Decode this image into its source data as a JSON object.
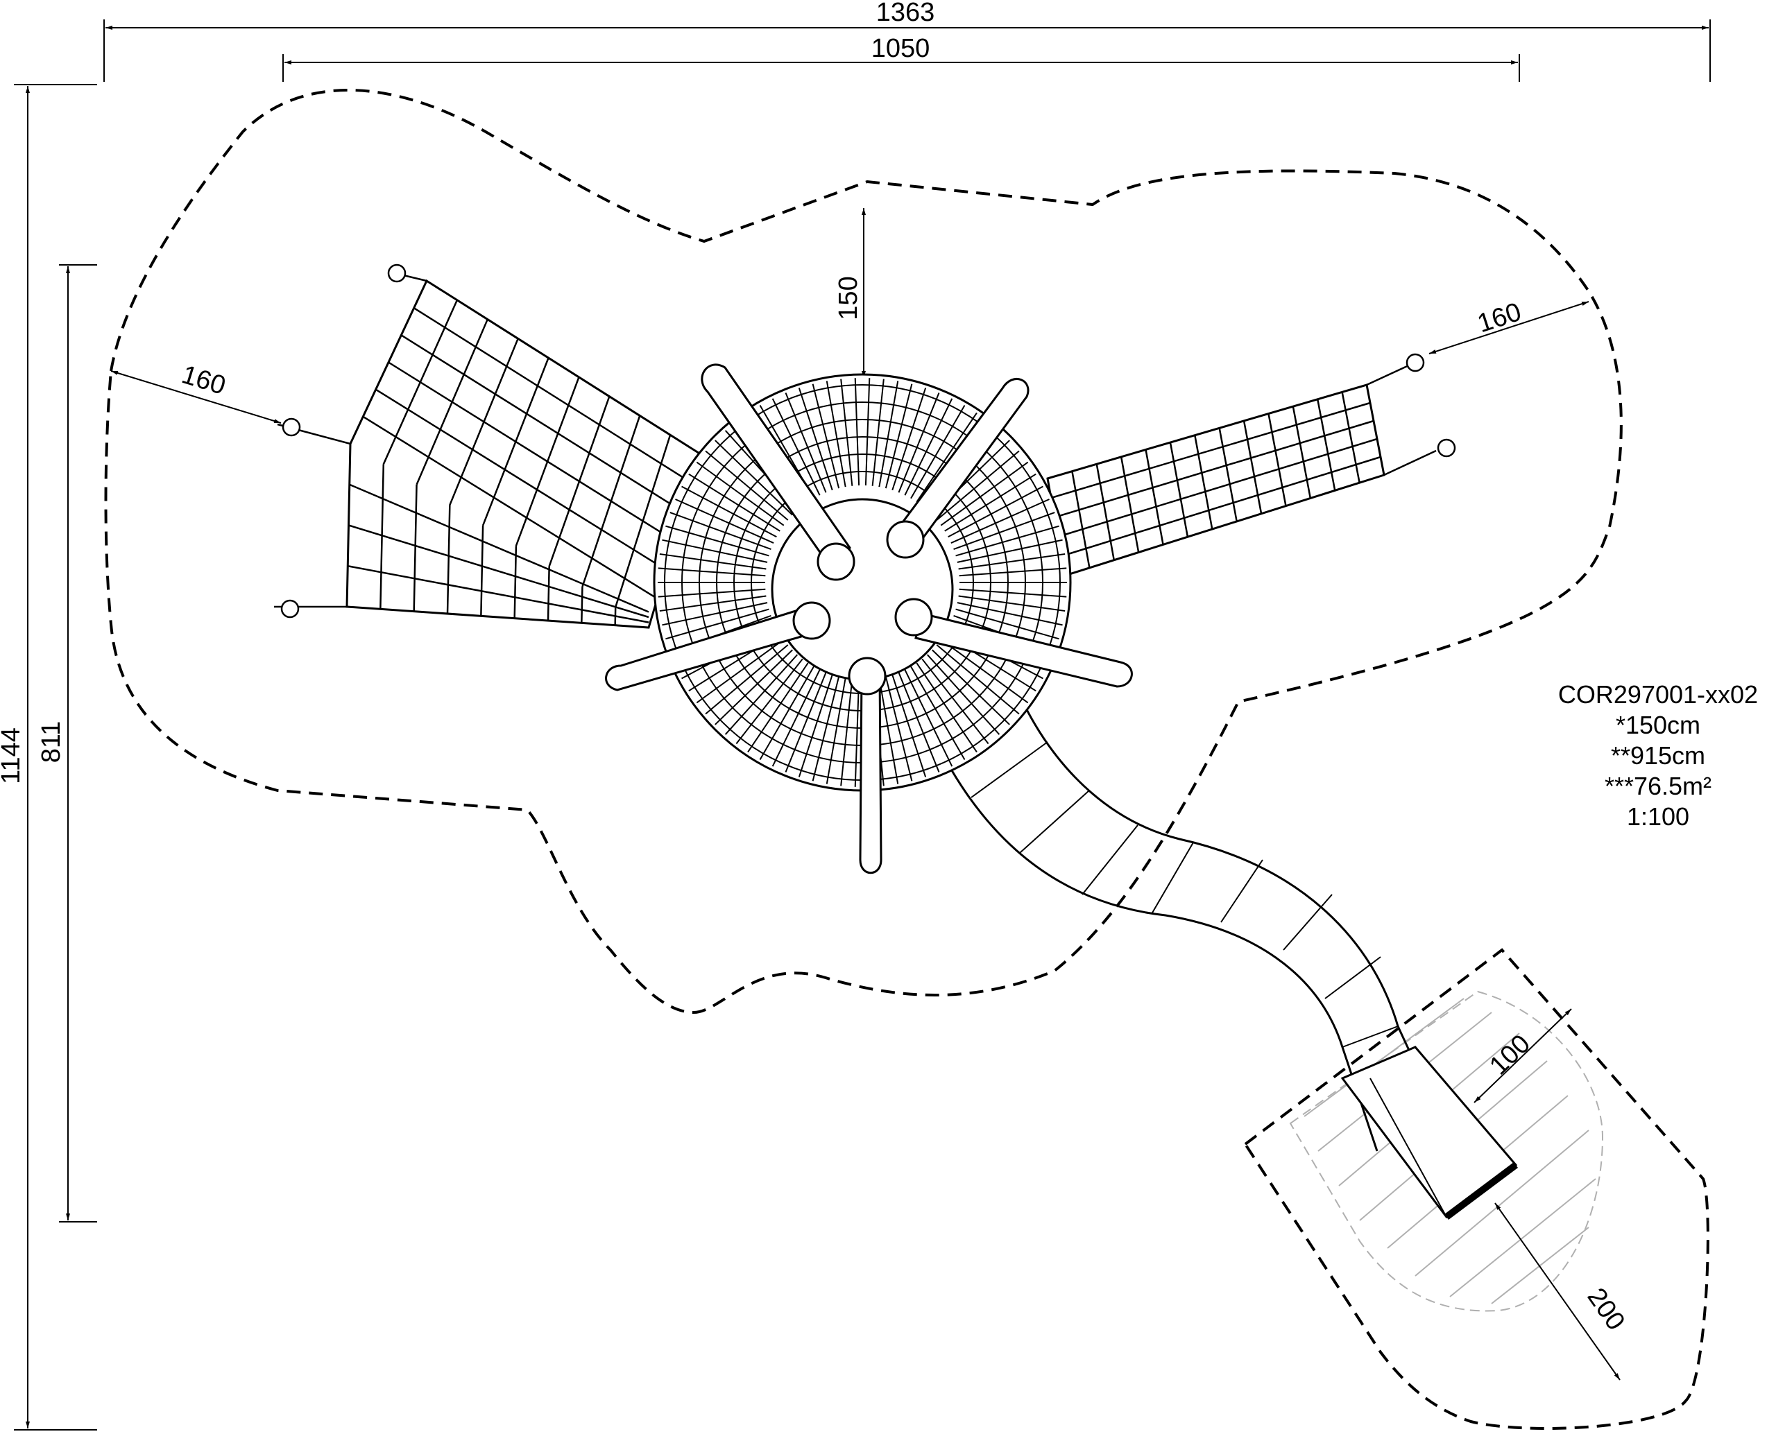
{
  "dimensions": {
    "overall_width": "1363",
    "equipment_width": "1050",
    "overall_height": "1144",
    "equipment_height": "811",
    "free_height": "150",
    "left_net_clearance": "160",
    "right_net_clearance": "160",
    "slide_side_clearance": "100",
    "slide_exit_clearance": "200"
  },
  "product": {
    "code": "COR297001-xx02",
    "free_fall_height": "*150cm",
    "total_height": "**915cm",
    "safety_area": "***76.5m²",
    "scale": "1:100"
  }
}
